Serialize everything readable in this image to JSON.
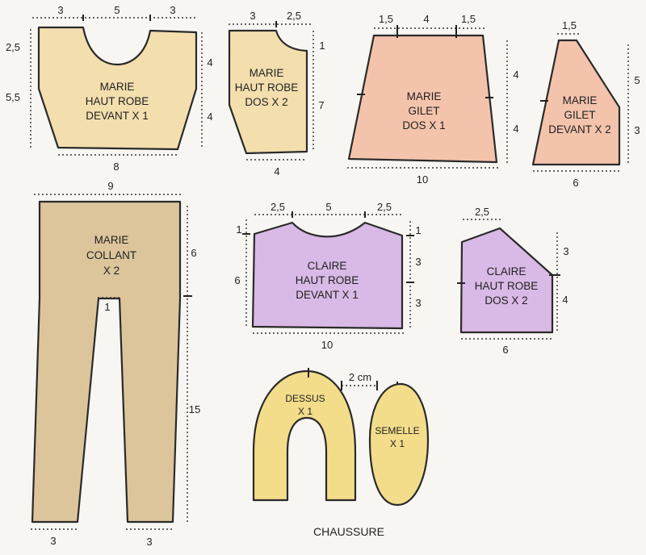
{
  "colors": {
    "marie_robe": "#f3dfae",
    "marie_gilet": "#f4c3ac",
    "collant": "#dcc59b",
    "claire": "#d9b9e6",
    "chaussure": "#f3dd8b",
    "background": "#f7f6f3"
  },
  "pieces": {
    "marie_robe_devant": {
      "name": [
        "MARIE",
        "HAUT ROBE",
        "DEVANT X 1"
      ],
      "dims": {
        "top_left": "3",
        "top_mid": "5",
        "top_right": "3",
        "left_top": "2,5",
        "left_bottom": "5,5",
        "right_top": "4",
        "right_bottom": "4",
        "bottom": "8"
      }
    },
    "marie_robe_dos": {
      "name": [
        "MARIE",
        "HAUT ROBE",
        "DOS X 2"
      ],
      "dims": {
        "top": "3",
        "top_right": "2,5",
        "right_small": "1",
        "right": "7",
        "bottom": "4"
      }
    },
    "marie_gilet_dos": {
      "name": [
        "MARIE",
        "GILET",
        "DOS X 1"
      ],
      "dims": {
        "top_left": "1,5",
        "top_mid": "4",
        "top_right": "1,5",
        "right_top": "4",
        "right_bottom": "4",
        "bottom": "10"
      }
    },
    "marie_gilet_devant": {
      "name": [
        "MARIE",
        "GILET",
        "DEVANT X 2"
      ],
      "dims": {
        "top": "1,5",
        "right_top": "5",
        "right_bottom": "3",
        "bottom": "6"
      }
    },
    "marie_collant": {
      "name": [
        "MARIE",
        "COLLANT",
        "X 2"
      ],
      "dims": {
        "top": "9",
        "right_top": "6",
        "right_bottom": "15",
        "crotch": "1",
        "foot_left": "3",
        "foot_right": "3"
      }
    },
    "claire_robe_devant": {
      "name": [
        "CLAIRE",
        "HAUT ROBE",
        "DEVANT X 1"
      ],
      "dims": {
        "top_left": "2,5",
        "top_mid": "5",
        "top_right": "2,5",
        "left_small": "1",
        "left": "6",
        "right_small": "1",
        "right_top": "3",
        "right_bottom": "3",
        "bottom": "10"
      }
    },
    "claire_robe_dos": {
      "name": [
        "CLAIRE",
        "HAUT ROBE",
        "DOS X 2"
      ],
      "dims": {
        "top": "2,5",
        "right_top": "3",
        "right_bottom": "4",
        "bottom": "6"
      }
    },
    "dessus": {
      "name": [
        "DESSUS",
        "X 1"
      ]
    },
    "semelle": {
      "name": [
        "SEMELLE",
        "X 1"
      ]
    }
  },
  "scale_label": "2 cm",
  "chaussure_title": "CHAUSSURE"
}
